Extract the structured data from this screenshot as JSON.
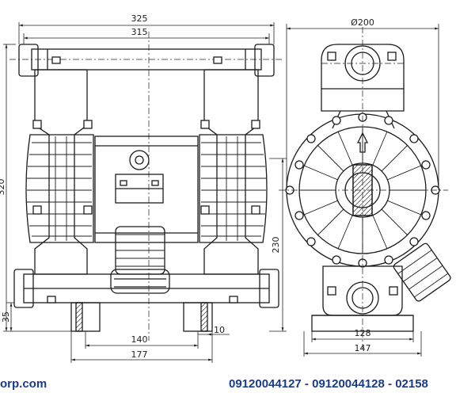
{
  "dimensions": {
    "front": {
      "overall_width": "325",
      "inner_width": "315",
      "height": "320",
      "height_to_outlet": "230",
      "base_height": "35",
      "foot_span": "140",
      "base_width": "177",
      "foot_offset": "10"
    },
    "side": {
      "diameter": "Ø200",
      "base_inner": "128",
      "base_outer": "147"
    }
  },
  "footer": {
    "website": "orp.com",
    "phones": "09120044127 - 09120044128 - 02158"
  },
  "colors": {
    "line": "#1c1c1c",
    "footer_text": "#1a3a8a"
  }
}
